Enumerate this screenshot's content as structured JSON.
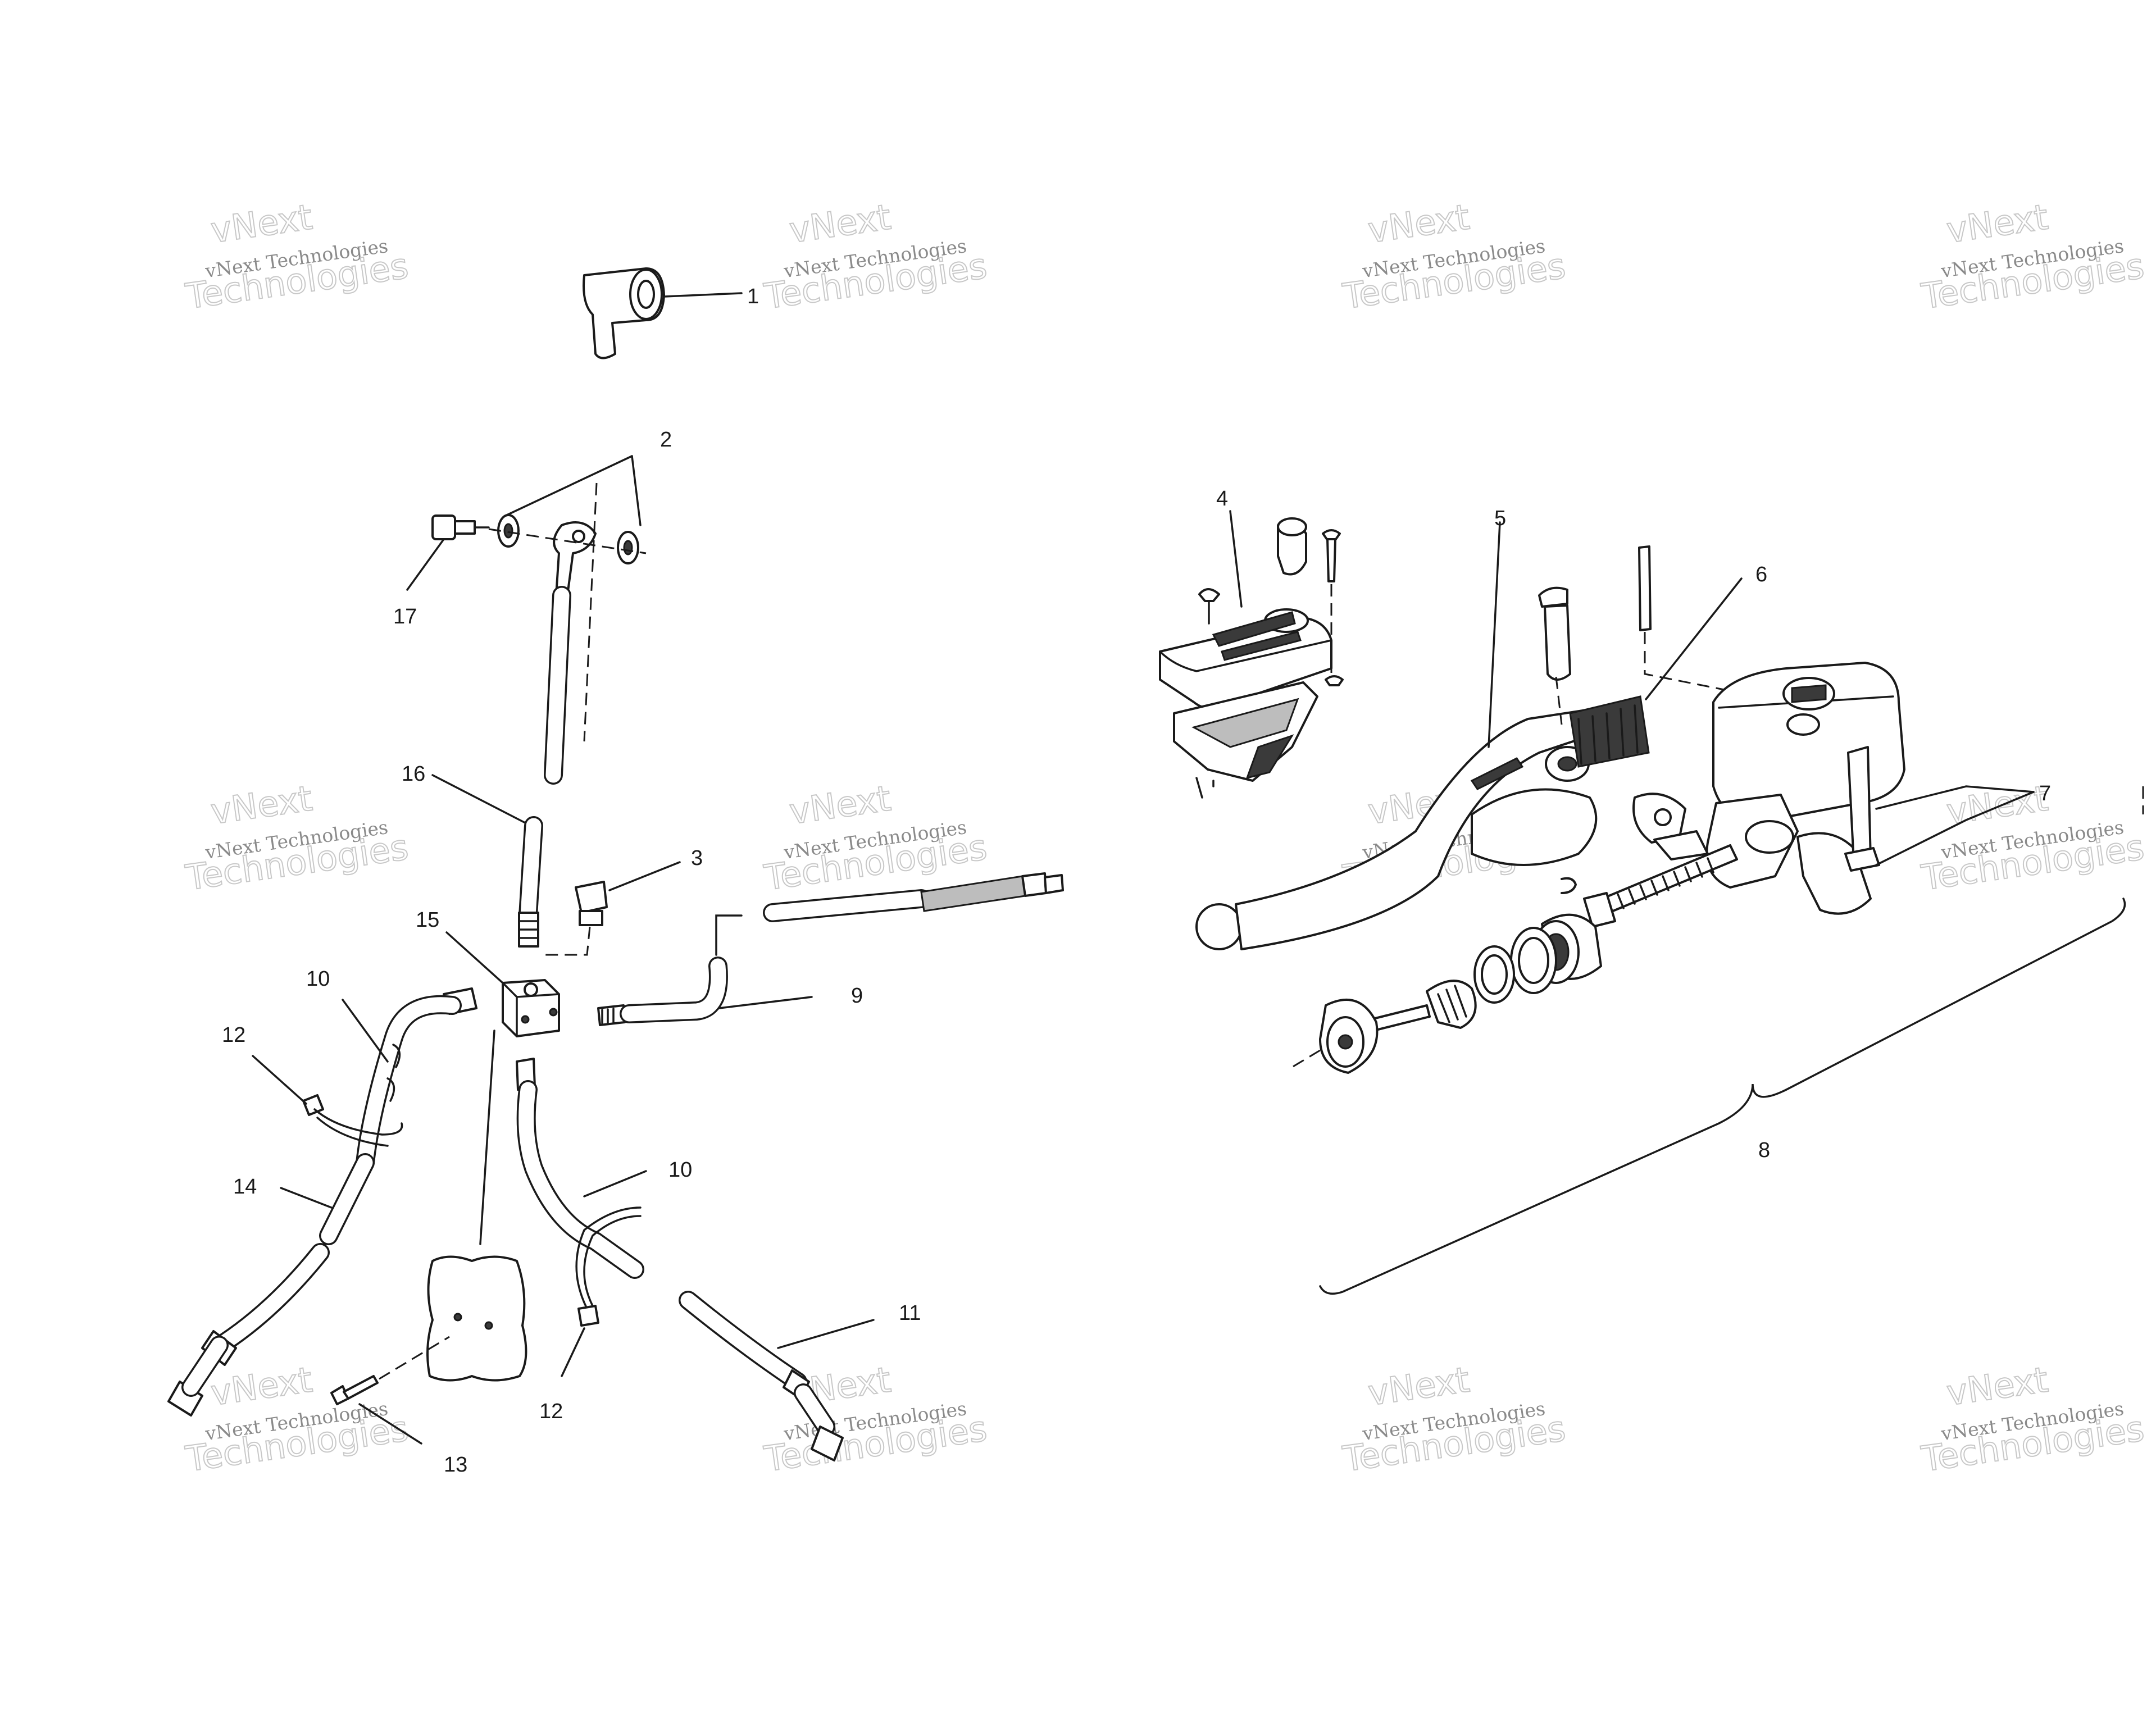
{
  "diagram": {
    "callouts": [
      {
        "id": "1",
        "label": "1"
      },
      {
        "id": "2",
        "label": "2"
      },
      {
        "id": "3",
        "label": "3"
      },
      {
        "id": "4",
        "label": "4"
      },
      {
        "id": "5",
        "label": "5"
      },
      {
        "id": "6",
        "label": "6"
      },
      {
        "id": "7",
        "label": "7"
      },
      {
        "id": "8",
        "label": "8"
      },
      {
        "id": "9",
        "label": "9"
      },
      {
        "id": "10a",
        "label": "10"
      },
      {
        "id": "10b",
        "label": "10"
      },
      {
        "id": "11",
        "label": "11"
      },
      {
        "id": "12a",
        "label": "12"
      },
      {
        "id": "12b",
        "label": "12"
      },
      {
        "id": "13",
        "label": "13"
      },
      {
        "id": "14",
        "label": "14"
      },
      {
        "id": "15",
        "label": "15"
      },
      {
        "id": "16",
        "label": "16"
      },
      {
        "id": "17",
        "label": "17"
      }
    ]
  },
  "watermark": {
    "line1": "vNext",
    "line2": "vNext Technologies",
    "line3": "Technologies"
  },
  "colors": {
    "ink": "#1a1a1a",
    "watermark_outline": "#c8c8c8",
    "watermark_text": "#8a8a8a",
    "background": "#ffffff"
  }
}
